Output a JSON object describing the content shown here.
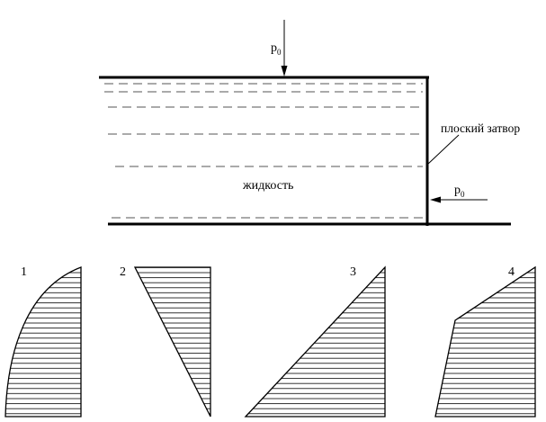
{
  "labels": {
    "pressure_top": "p",
    "pressure_top_sub": "0",
    "pressure_right": "p",
    "pressure_right_sub": "0",
    "gate": "плоский затвор",
    "liquid": "жидкость"
  },
  "options": [
    {
      "number": "1"
    },
    {
      "number": "2"
    },
    {
      "number": "3"
    },
    {
      "number": "4"
    }
  ],
  "colors": {
    "ink": "#000000",
    "dash": "#555555",
    "hatch": "#000000"
  }
}
